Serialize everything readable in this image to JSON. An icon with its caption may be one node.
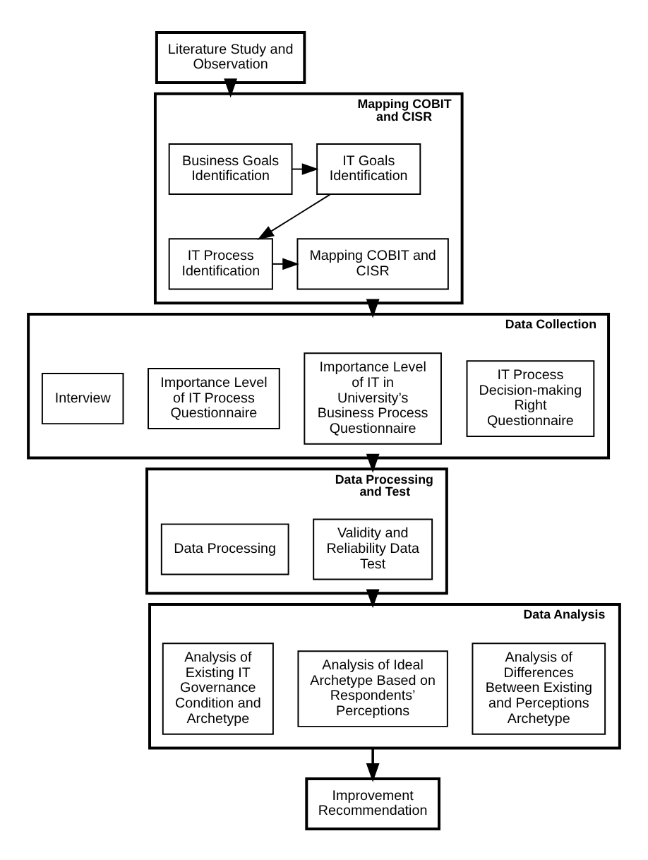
{
  "diagram": {
    "nodes": [
      {
        "text": [
          "Literature Study and Observation"
        ]
      },
      {
        "text": [
          "Mapping COBIT and CISR"
        ]
      },
      {
        "text": [
          "Business Goals Identification"
        ],
        "in": 1
      },
      {
        "text": [
          "IT Goals Identification"
        ],
        "in": 1
      },
      {
        "text": [
          "Mapping COBIT and CISR"
        ],
        "in": 1
      },
      {
        "text": [
          "IT Process Identification"
        ],
        "in": 1
      },
      {
        "text": [
          "Data Collection"
        ]
      },
      {
        "text": [
          "Interview"
        ],
        "in": 6
      },
      {
        "text": [
          "Importance Level of IT Process Questionnaire"
        ],
        "in": 6
      },
      {
        "text": [
          "Importance Level of IT in University’s Business Process Questionnaire"
        ],
        "in": 6
      },
      {
        "text": [
          "IT Process Decision-making Right Questionnaire"
        ],
        "in": 6
      },
      {
        "text": [
          "Data Processing and Test"
        ]
      },
      {
        "text": [
          "Data Processing"
        ],
        "in": 11
      },
      {
        "text": [
          "Validity and Reliability Data Test"
        ],
        "in": 11
      },
      {
        "text": [
          "Data Analysis"
        ]
      },
      {
        "text": [
          "Analysis of Existing IT Governance Condition and Archetype"
        ],
        "in": 14
      },
      {
        "text": [
          "Analysis of Ideal Archetype Based on Respondents’ Perceptions"
        ],
        "in": 14
      },
      {
        "text": [
          "Analysis of Differences Between Existing and Perceptions Archetype"
        ],
        "in": 14
      },
      {
        "text": [
          "Improvement Recommendation"
        ]
      }
    ],
    "edges": [
      {
        "from": 0,
        "to": 1,
        "arrow": "to"
      },
      {
        "from": 2,
        "to": 3,
        "arrow": "to"
      },
      {
        "from": 3,
        "to": 5,
        "arrow": "to"
      },
      {
        "from": 5,
        "to": 4,
        "arrow": "to"
      },
      {
        "from": 1,
        "to": 6,
        "arrow": "to"
      },
      {
        "from": 6,
        "to": 11,
        "arrow": "to"
      },
      {
        "from": 11,
        "to": 14,
        "arrow": "to"
      },
      {
        "from": 14,
        "to": 18,
        "arrow": "to"
      }
    ]
  }
}
